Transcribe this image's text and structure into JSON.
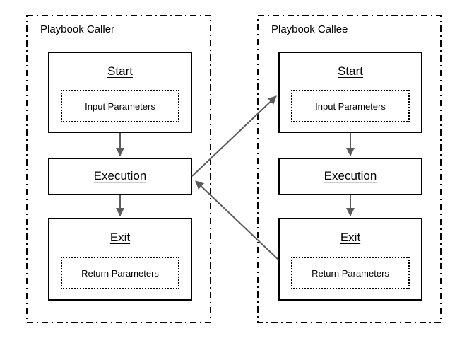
{
  "colors": {
    "background": "#ffffff",
    "box_border": "#000000",
    "boundary_border": "#000000",
    "arrow": "#5b5b5b",
    "text": "#000000"
  },
  "diagram": {
    "columns": [
      {
        "id": "caller",
        "title": "Playbook Caller",
        "nodes": {
          "start": {
            "label": "Start",
            "param": "Input Parameters"
          },
          "execution": {
            "label": "Execution"
          },
          "exit": {
            "label": "Exit",
            "param": "Return Parameters"
          }
        }
      },
      {
        "id": "callee",
        "title": "Playbook Callee",
        "nodes": {
          "start": {
            "label": "Start",
            "param": "Input Parameters"
          },
          "execution": {
            "label": "Execution"
          },
          "exit": {
            "label": "Exit",
            "param": "Return Parameters"
          }
        }
      }
    ],
    "edges": [
      {
        "from": "caller.start",
        "to": "caller.execution"
      },
      {
        "from": "caller.execution",
        "to": "caller.exit"
      },
      {
        "from": "caller.execution",
        "to": "callee.start"
      },
      {
        "from": "callee.start",
        "to": "callee.execution"
      },
      {
        "from": "callee.execution",
        "to": "callee.exit"
      },
      {
        "from": "callee.exit",
        "to": "caller.execution"
      }
    ]
  }
}
